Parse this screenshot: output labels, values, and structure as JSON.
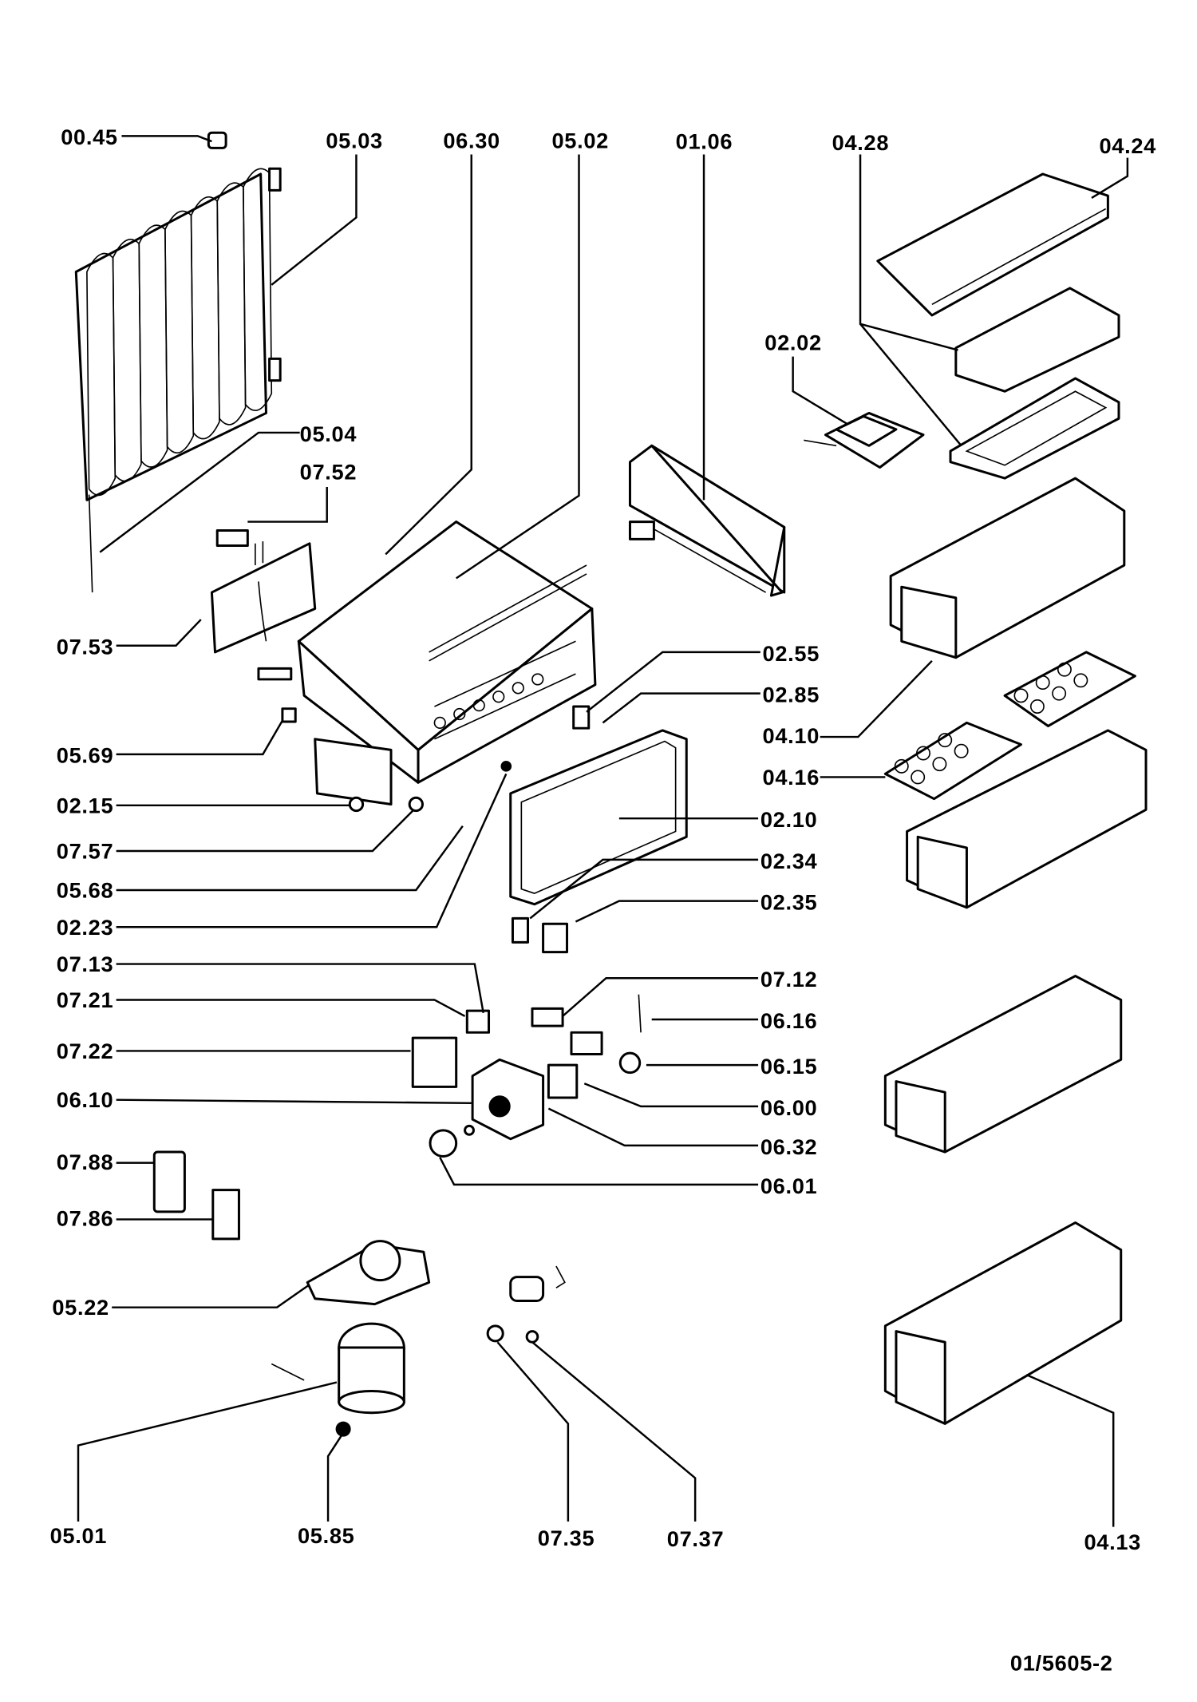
{
  "diagram": {
    "type": "exploded parts diagram",
    "labels": [
      "00.45",
      "05.03",
      "06.30",
      "05.02",
      "01.06",
      "04.28",
      "04.24",
      "02.02",
      "05.04",
      "07.52",
      "07.53",
      "05.69",
      "02.15",
      "07.57",
      "05.68",
      "02.23",
      "07.13",
      "07.21",
      "07.22",
      "06.10",
      "07.88",
      "07.86",
      "05.22",
      "05.01",
      "05.85",
      "07.35",
      "07.37",
      "04.13",
      "02.55",
      "02.85",
      "04.10",
      "04.16",
      "02.10",
      "02.34",
      "02.35",
      "07.12",
      "06.16",
      "06.15",
      "06.00",
      "06.32",
      "06.01"
    ],
    "drawing_number": "01/5605-2",
    "line_color": "#000000",
    "background_color": "#ffffff"
  }
}
